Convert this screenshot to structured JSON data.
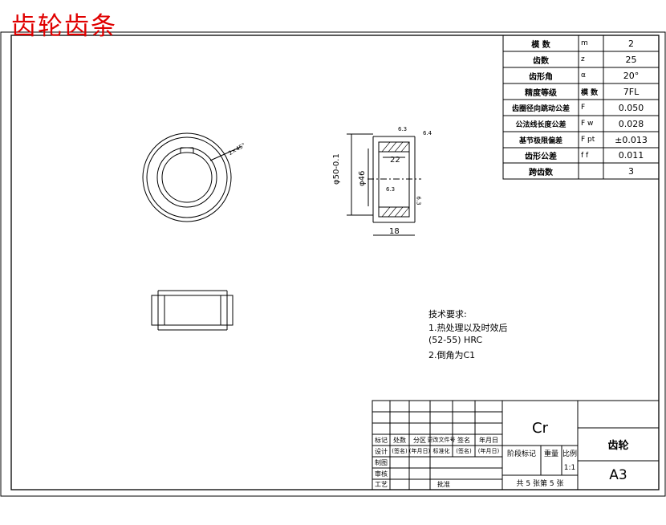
{
  "title": "齿轮齿条",
  "param_table": [
    {
      "name": "模 数",
      "symbol": "m",
      "value": "2"
    },
    {
      "name": "齿数",
      "symbol": "z",
      "value": "25"
    },
    {
      "name": "齿形角",
      "symbol": "α",
      "value": "20°"
    },
    {
      "name": "精度等级",
      "symbol": "模 数",
      "value": "7FL"
    },
    {
      "name": "齿圈径向跳动公差",
      "symbol": "F",
      "value": "0.050"
    },
    {
      "name": "公法线长度公差",
      "symbol": "F w",
      "value": "0.028"
    },
    {
      "name": "基节极限偏差",
      "symbol": "F pt",
      "value": "±0.013"
    },
    {
      "name": "齿形公差",
      "symbol": "f f",
      "value": "0.011"
    },
    {
      "name": "跨齿数",
      "symbol": "",
      "value": "3"
    }
  ],
  "dimensions": {
    "outer_dia": "φ50-0.1",
    "inner_dia": "φ46",
    "bore": "22",
    "width": "18",
    "chamfer_note": "2×45°",
    "roughness_1": "6.3",
    "roughness_2": "6.4",
    "roughness_3": "6.3",
    "roughness_4": "6.3"
  },
  "tech_notes": {
    "heading": "技术要求:",
    "line1": "1.热处理以及时效后",
    "line2": "(52-55) HRC",
    "line3": "2.倒角为C1"
  },
  "title_block": {
    "material": "Cr",
    "part_name": "齿轮",
    "sheet_size": "A3",
    "scale": "1:1",
    "sheet_count": "共 5 张第 5 张",
    "header_labels": [
      "标记",
      "处数",
      "分区",
      "更改文件号",
      "签名",
      "年月日"
    ],
    "design_labels": [
      "设计",
      "(签名)",
      "(年月日)",
      "标准化",
      "(签名)",
      "(年月日)"
    ],
    "stage_mark": "阶段标记",
    "weight": "重量",
    "ratio": "比例",
    "drawing": "制图",
    "check": "审核",
    "process": "工艺",
    "approve": "批准"
  }
}
